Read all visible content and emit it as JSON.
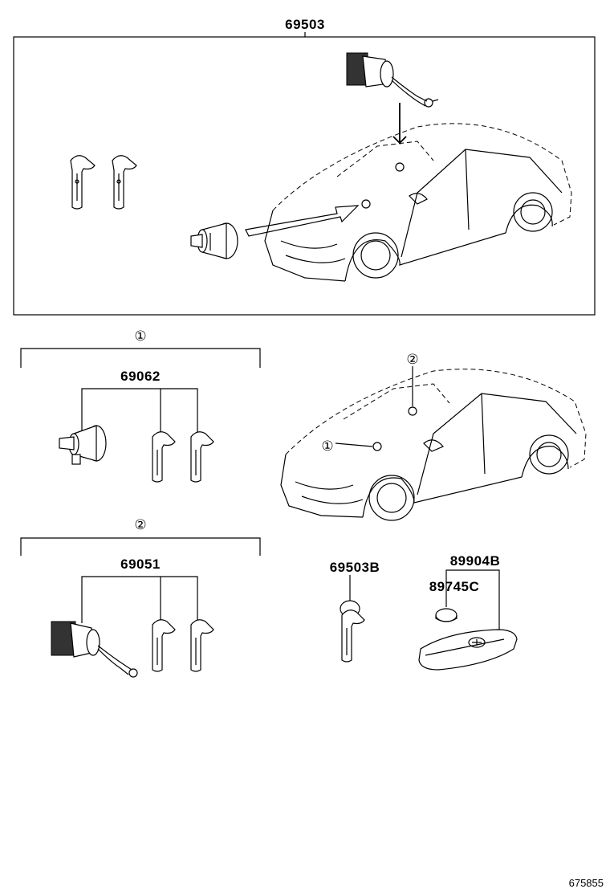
{
  "parts": {
    "ignition_set": "69503",
    "cylinder_set_1": "69062",
    "cylinder_set_2": "69051",
    "key_blank": "69503B",
    "transmitter": "89904B",
    "battery": "89745C"
  },
  "callouts": {
    "group_1": "①",
    "group_2": "②",
    "car_mark_1": "①",
    "car_mark_2": "②"
  },
  "figure_number": "675855"
}
